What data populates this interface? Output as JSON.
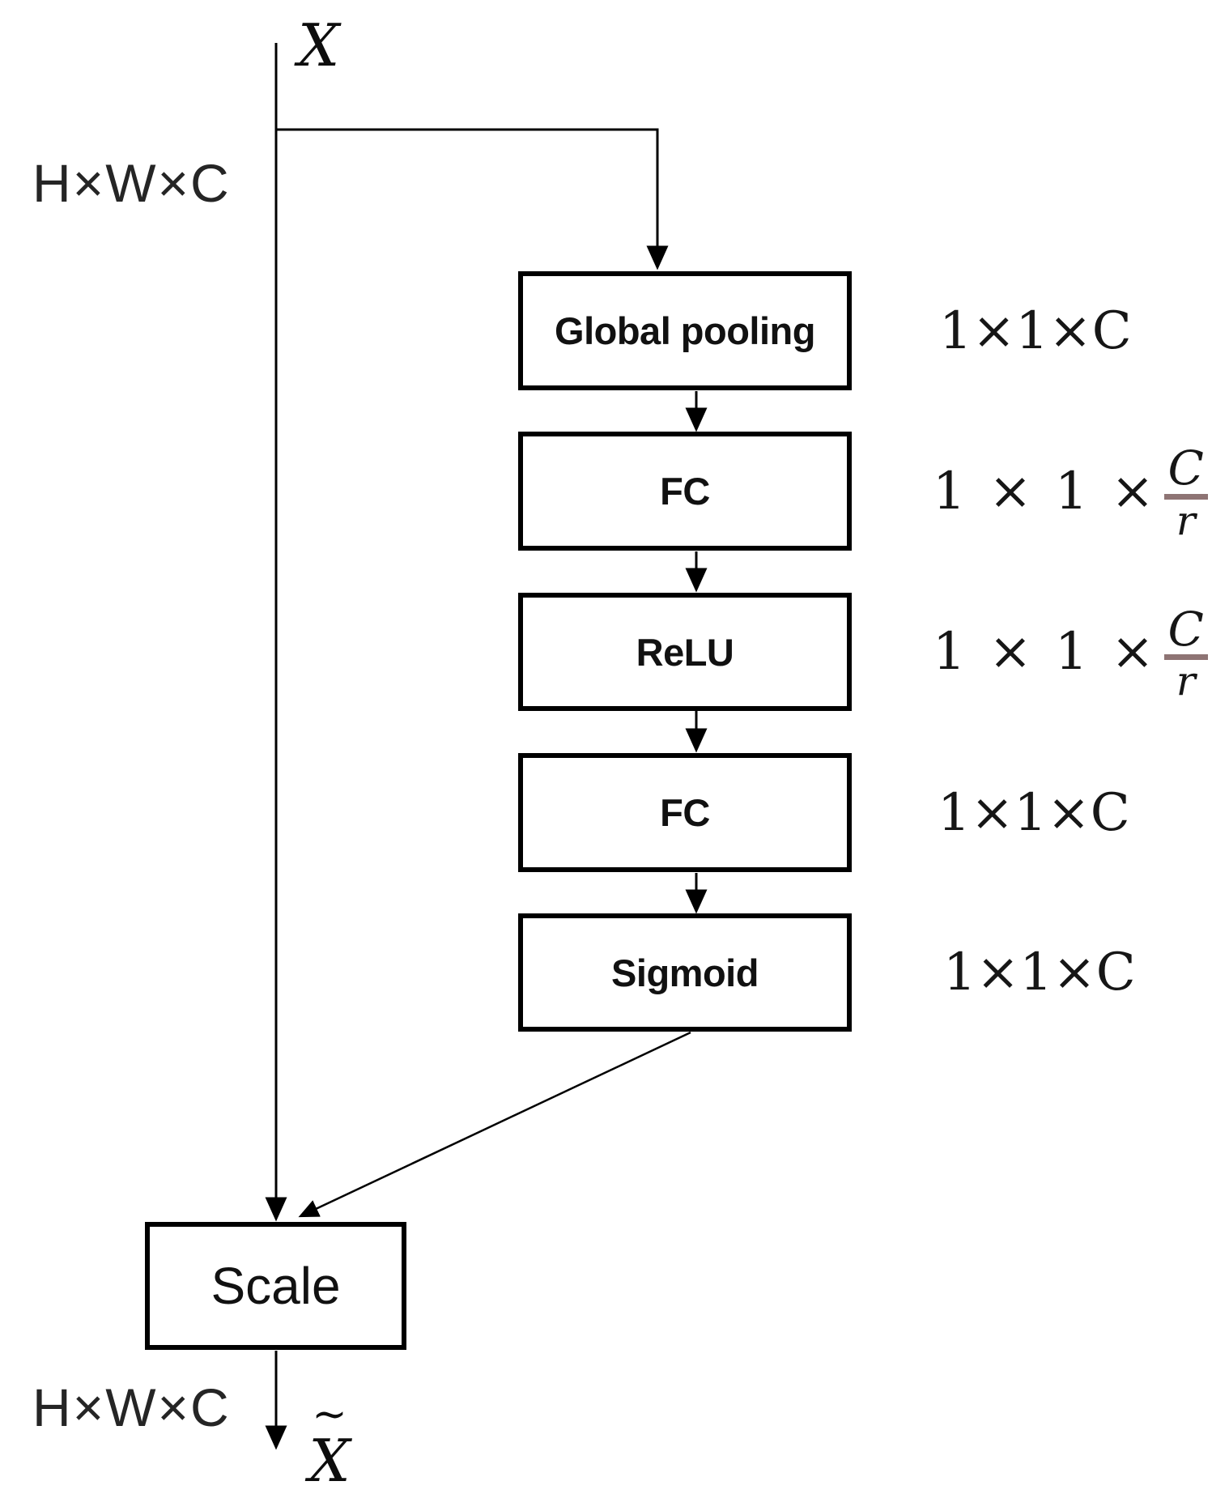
{
  "figure": {
    "colors": {
      "stroke": "#000000",
      "text": "#1c1c1c",
      "fraction_bar": "#8e7474"
    },
    "input": {
      "symbol": "X",
      "dims": "H×W×C"
    },
    "output": {
      "symbol": "X",
      "tilde": "~",
      "dims": "H×W×C"
    },
    "scale": {
      "label": "Scale"
    },
    "blocks": [
      {
        "label": "Global pooling",
        "dim": "1×1×C"
      },
      {
        "label": "FC",
        "dim_prefix": "1 × 1 ×",
        "dim_num": "C",
        "dim_den": "r"
      },
      {
        "label": "ReLU",
        "dim_prefix": "1 × 1 ×",
        "dim_num": "C",
        "dim_den": "r"
      },
      {
        "label": "FC",
        "dim": "1×1×C"
      },
      {
        "label": "Sigmoid",
        "dim": "1×1×C"
      }
    ]
  }
}
